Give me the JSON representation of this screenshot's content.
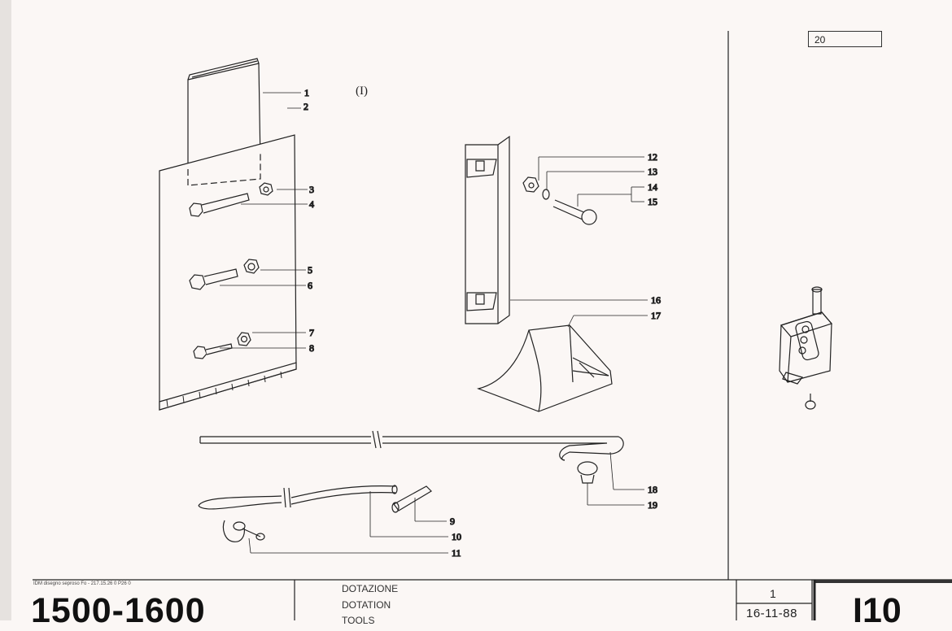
{
  "header": {
    "page_box": "20"
  },
  "group_label": "(I)",
  "callouts": [
    "1",
    "2",
    "3",
    "4",
    "5",
    "6",
    "7",
    "8",
    "9",
    "10",
    "11",
    "12",
    "13",
    "14",
    "15",
    "16",
    "17",
    "18",
    "19"
  ],
  "title_block": {
    "reference": "IDM disegno seproso Fo - 217.15.26 0 P26 0",
    "model": "1500-1600",
    "titles": [
      "DOTAZIONE",
      "DOTATION",
      "TOOLS"
    ],
    "revision": "1",
    "date": "16-11-88",
    "sheet": "I10"
  }
}
